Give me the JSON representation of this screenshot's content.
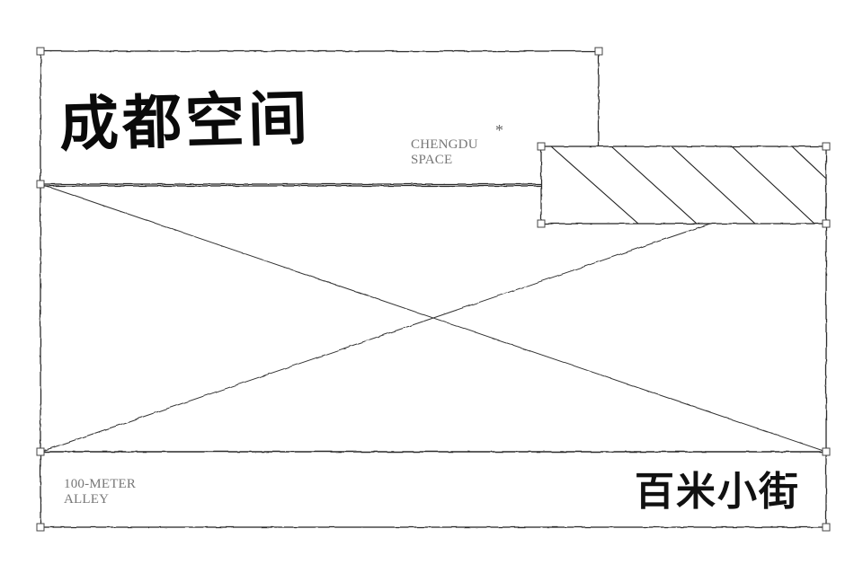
{
  "header": {
    "title_zh": "成都空间",
    "subtitle_en_line1": "CHENGDU",
    "subtitle_en_line2": "SPACE",
    "mark": "*"
  },
  "footer": {
    "label_en_line1": "100-METER",
    "label_en_line2": "ALLEY",
    "title_zh": "百米小街"
  },
  "colors": {
    "stroke": "#2a2a2a",
    "label_gray": "#777777",
    "title_black": "#111111"
  }
}
